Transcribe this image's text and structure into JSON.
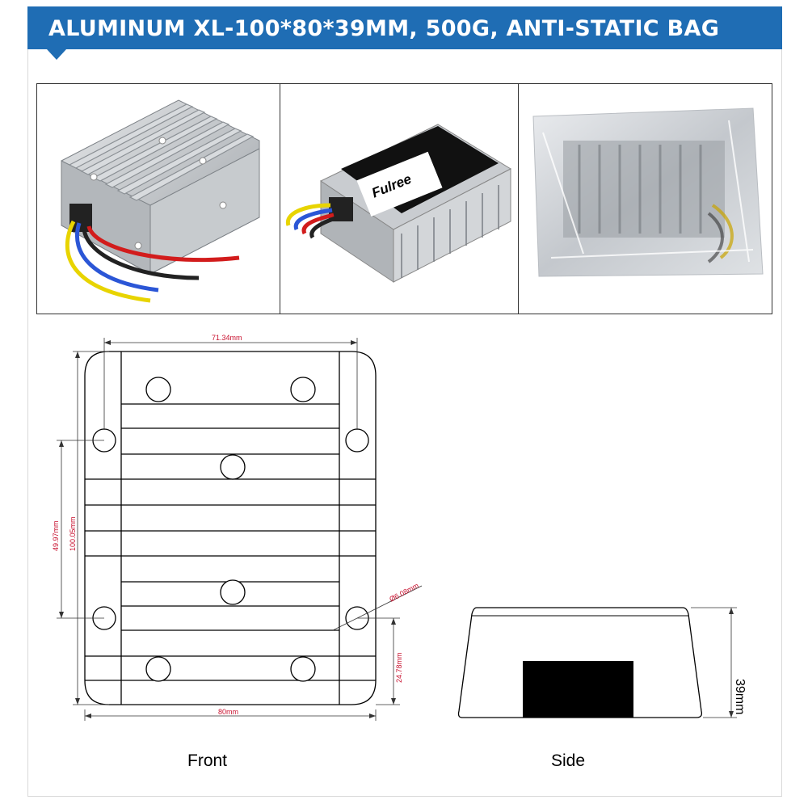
{
  "banner": {
    "title": "ALUMINUM XL-100*80*39MM, 500G,  ANTI-STATIC BAG",
    "color": "#1f6db4"
  },
  "photos": [
    {
      "name": "product-photo-heatsink"
    },
    {
      "name": "product-photo-labeled",
      "brand_label": "Fulree"
    },
    {
      "name": "product-photo-anti-static-bag"
    }
  ],
  "drawing": {
    "dimensions": {
      "top_width": "71.34mm",
      "bottom_width": "80mm",
      "hole_spacing": "49.97mm",
      "height": "100.05mm",
      "hole_diameter": "Ø6.08mm",
      "hole_offset": "24.78mm",
      "side_height": "39mm"
    },
    "dimension_color": "#c8102e",
    "captions": {
      "front": "Front",
      "side": "Side"
    }
  }
}
